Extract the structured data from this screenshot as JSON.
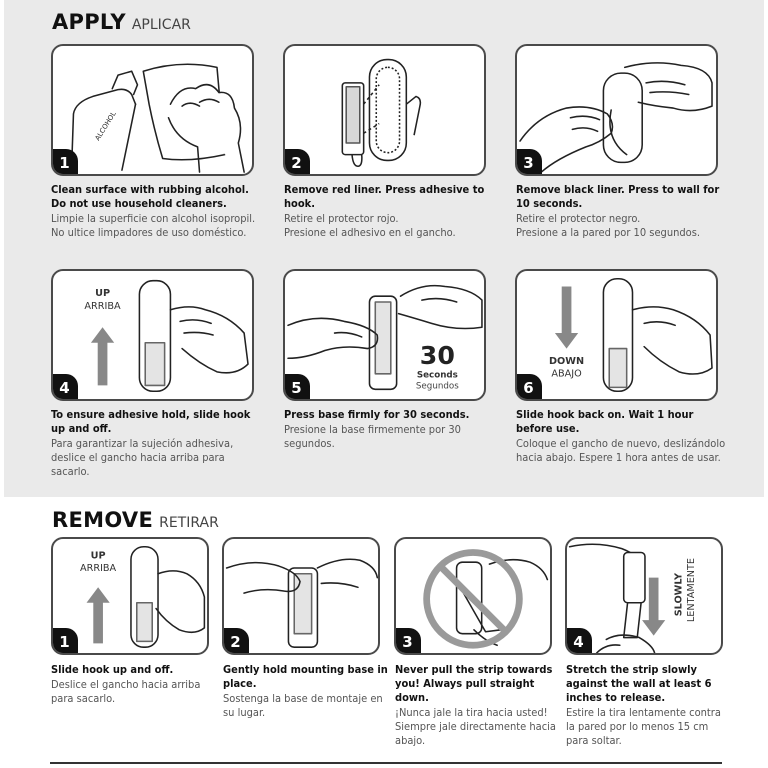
{
  "apply": {
    "title": "APPLY",
    "subtitle": "APLICAR",
    "steps": [
      {
        "num": "1",
        "en": "Clean surface with rubbing alcohol. Do not use household cleaners.",
        "es": "Limpie la superficie con alcohol isopropil. No ultice limpadores de uso doméstico.",
        "bottle_label": "ALCOHOL"
      },
      {
        "num": "2",
        "en": "Remove red liner. Press adhesive to hook.",
        "es": "Retire el protector rojo.\nPresione el adhesivo en el gancho."
      },
      {
        "num": "3",
        "en": "Remove black liner. Press to wall for 10 seconds.",
        "es": "Retire el protector negro.\nPresione a la pared por 10 segundos."
      },
      {
        "num": "4",
        "en": "To ensure adhesive hold, slide hook up and off.",
        "es": "Para garantizar la sujeción adhesiva, deslice el gancho hacia arriba para sacarlo.",
        "label_en": "UP",
        "label_es": "ARRIBA"
      },
      {
        "num": "5",
        "en": "Press base firmly for 30 seconds.",
        "es": "Presione la base firmemente por 30 segundos.",
        "timer_num": "30",
        "timer_en": "Seconds",
        "timer_es": "Segundos"
      },
      {
        "num": "6",
        "en": "Slide hook back on. Wait 1 hour before use.",
        "es": "Coloque el gancho de nuevo, deslizándolo hacia abajo. Espere 1 hora antes de usar.",
        "label_en": "DOWN",
        "label_es": "ABAJO"
      }
    ]
  },
  "remove": {
    "title": "REMOVE",
    "subtitle": "RETIRAR",
    "steps": [
      {
        "num": "1",
        "en": "Slide hook up and off.",
        "es": "Deslice el gancho hacia arriba para sacarlo.",
        "label_en": "UP",
        "label_es": "ARRIBA"
      },
      {
        "num": "2",
        "en": "Gently hold mounting base in place.",
        "es": "Sostenga la base de montaje en su lugar."
      },
      {
        "num": "3",
        "en": "Never pull the strip towards you! Always pull straight down.",
        "es": "¡Nunca jale la tira hacia usted! Siempre jale directamente hacia abajo."
      },
      {
        "num": "4",
        "en": "Stretch the strip slowly against the wall at least 6 inches to release.",
        "es": "Estire la tira lentamente contra la pared por lo menos 15 cm para soltar.",
        "label_en": "SLOWLY",
        "label_es": "LENTAMENTE"
      }
    ]
  }
}
